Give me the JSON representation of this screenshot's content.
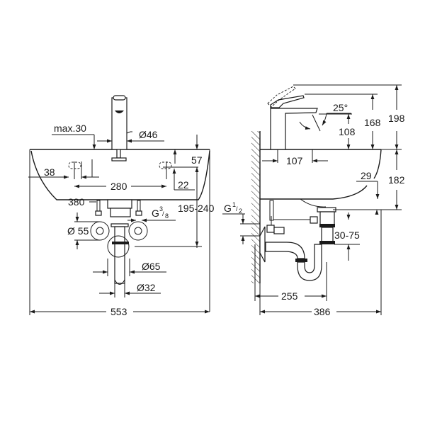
{
  "drawing": {
    "front_view": {
      "faucet_offset": "max.30",
      "faucet_base_diameter": "Ø46",
      "tap_hole_offset": "38",
      "tap_hole_spacing": "280",
      "overflow_height": "57",
      "overflow_offset": "22",
      "basin_bottom_width": "380",
      "supply_height_range": "195-240",
      "supply_thread": {
        "prefix": "G",
        "num": "3",
        "den": "8"
      },
      "rosette_diameter": "Ø 55",
      "trap_diameter": "Ø65",
      "waste_pipe_diameter": "Ø32",
      "overall_width": "553"
    },
    "side_view": {
      "lever_angle": "25°",
      "spout_height": "108",
      "faucet_height": "168",
      "total_faucet_height": "198",
      "spout_reach": "107",
      "rim_offset": "29",
      "basin_height": "182",
      "wall_thread": {
        "prefix": "G",
        "num": "1",
        "den": "2"
      },
      "trap_adjust_range": "30-75",
      "trap_projection": "255",
      "overall_depth": "386"
    }
  }
}
